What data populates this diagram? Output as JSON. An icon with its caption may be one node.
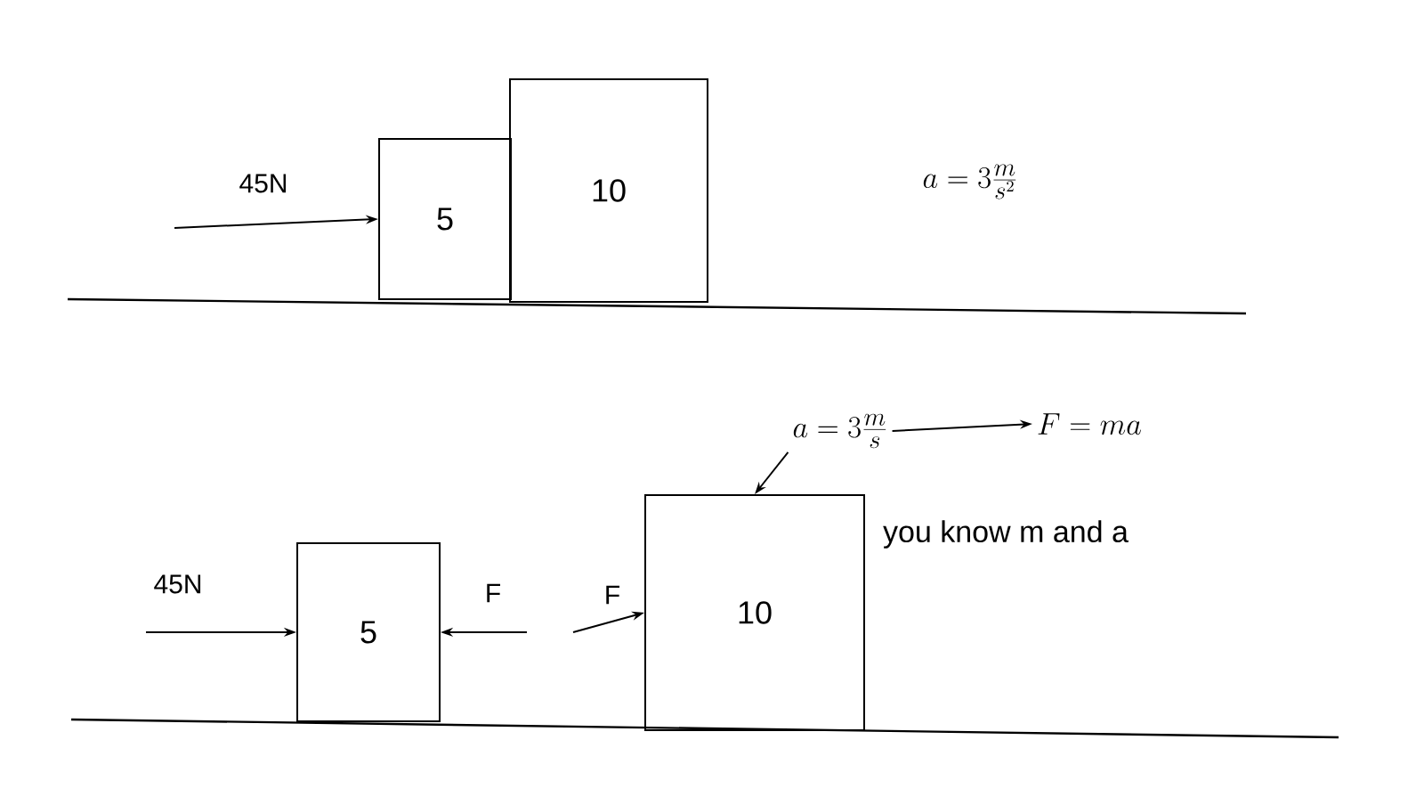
{
  "diagram": {
    "nodes": [
      {
        "text": [
          "5"
        ]
      },
      {
        "text": [
          "10"
        ]
      },
      {
        "text": [
          "5"
        ]
      },
      {
        "text": [
          "10"
        ]
      },
      {
        "text": [
          "a = 3\\frac{m}{s}"
        ]
      },
      {
        "text": [
          "F = ma"
        ]
      }
    ],
    "edges": [
      {
        "from": null,
        "to": 0,
        "arrow": "to",
        "label": "45N"
      },
      {
        "from": null,
        "to": 2,
        "arrow": "to",
        "label": "45N"
      },
      {
        "from": null,
        "to": 2,
        "arrow": "to",
        "label": "F"
      },
      {
        "from": null,
        "to": 3,
        "arrow": "to",
        "label": "F"
      },
      {
        "from": 4,
        "to": 3,
        "arrow": "to"
      },
      {
        "from": 4,
        "to": 5,
        "arrow": "to"
      }
    ],
    "labels": [
      "a = 3\\frac{m}{s^{2}}",
      "you know m and a"
    ]
  }
}
